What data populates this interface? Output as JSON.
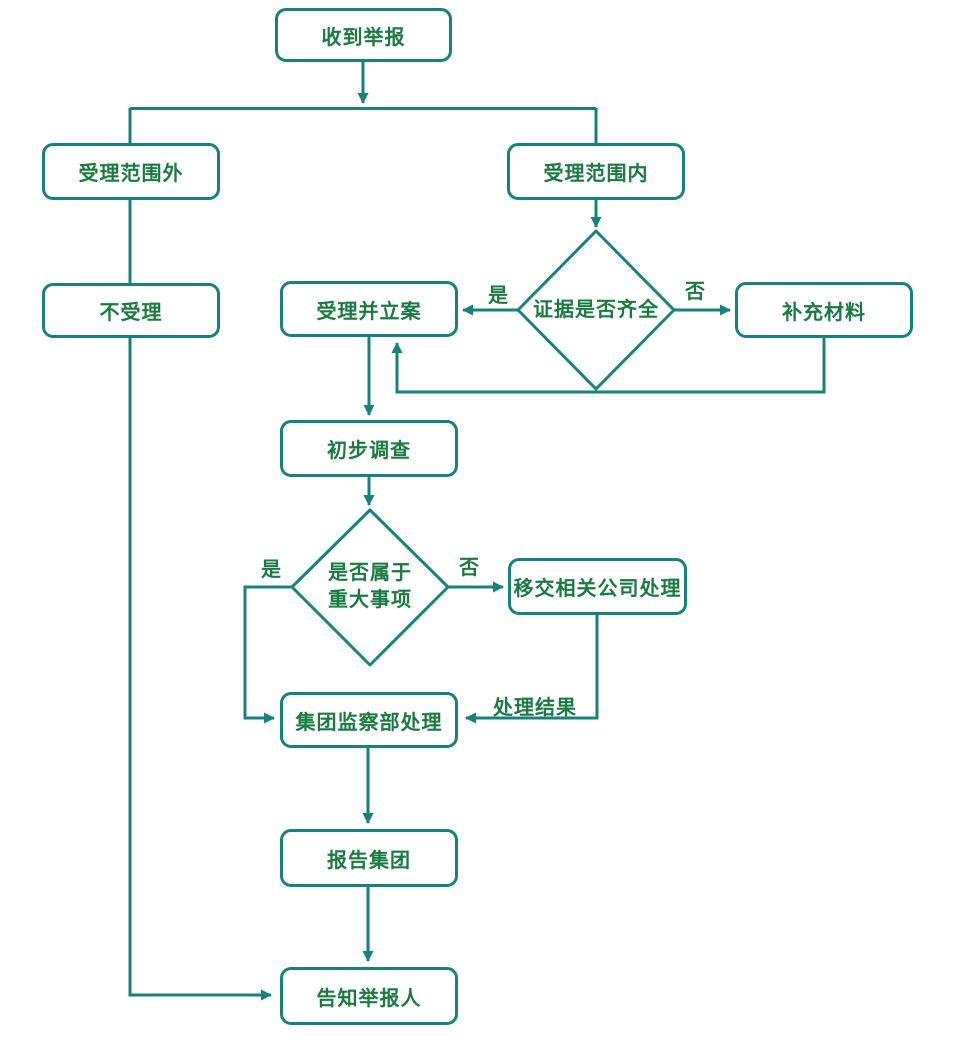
{
  "diagram": {
    "type": "flowchart",
    "colors": {
      "stroke": "#17827C",
      "text": "#1A7A42",
      "background": "#FFFFFF"
    },
    "nodes": {
      "receive": {
        "label": "收到举报",
        "shape": "rounded-rect"
      },
      "out_scope": {
        "label": "受理范围外",
        "shape": "rounded-rect"
      },
      "in_scope": {
        "label": "受理范围内",
        "shape": "rounded-rect"
      },
      "not_accept": {
        "label": "不受理",
        "shape": "rounded-rect"
      },
      "accept_file": {
        "label": "受理并立案",
        "shape": "rounded-rect"
      },
      "evidence_decision": {
        "label": "证据是否齐全",
        "shape": "diamond"
      },
      "supplement": {
        "label": "补充材料",
        "shape": "rounded-rect"
      },
      "preliminary": {
        "label": "初步调查",
        "shape": "rounded-rect"
      },
      "major_decision": {
        "label_line1": "是否属于",
        "label_line2": "重大事项",
        "shape": "diamond"
      },
      "transfer": {
        "label": "移交相关公司处理",
        "shape": "rounded-rect"
      },
      "group_handle": {
        "label": "集团监察部处理",
        "shape": "rounded-rect"
      },
      "report": {
        "label": "报告集团",
        "shape": "rounded-rect"
      },
      "inform": {
        "label": "告知举报人",
        "shape": "rounded-rect"
      }
    },
    "edge_labels": {
      "evidence_yes": "是",
      "evidence_no": "否",
      "major_yes": "是",
      "major_no": "否",
      "transfer_result": "处理结果"
    },
    "edges": [
      "收到举报 -> (分支: 受理范围外 / 受理范围内)",
      "受理范围外 -> 不受理 -> 告知举报人",
      "受理范围内 -> 证据是否齐全",
      "证据是否齐全 -是-> 受理并立案",
      "证据是否齐全 -否-> 补充材料 -> 受理并立案",
      "受理并立案 -> 初步调查 -> 是否属于重大事项",
      "是否属于重大事项 -是-> 集团监察部处理",
      "是否属于重大事项 -否-> 移交相关公司处理 -处理结果-> 集团监察部处理",
      "集团监察部处理 -> 报告集团 -> 告知举报人"
    ]
  }
}
